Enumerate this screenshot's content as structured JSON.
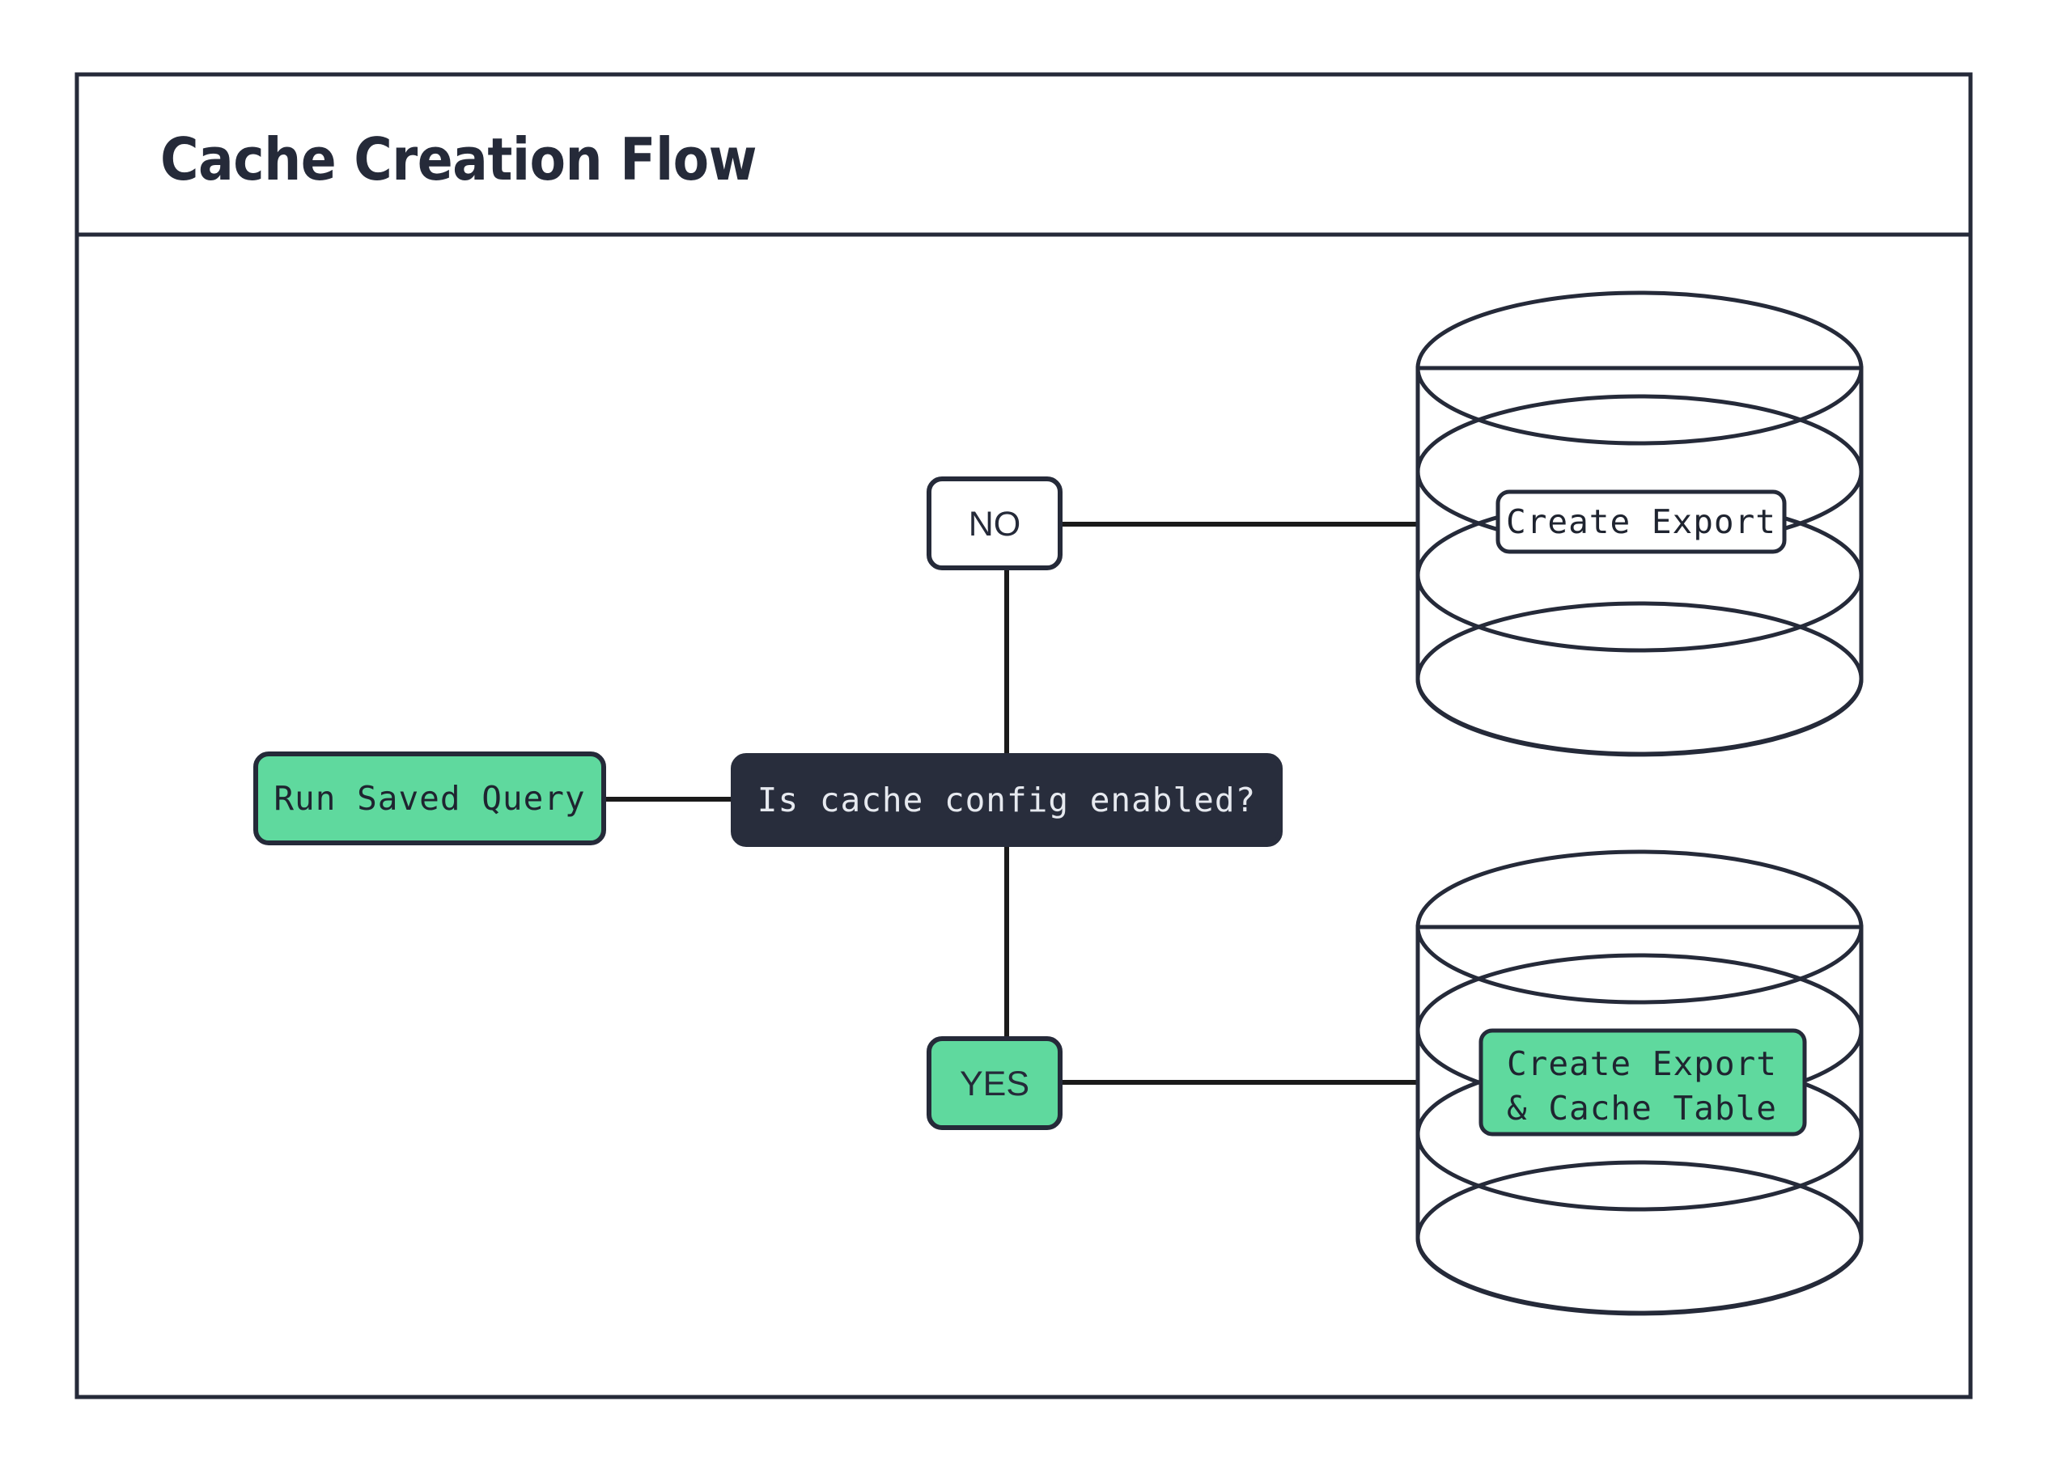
{
  "diagram": {
    "title": "Cache Creation Flow",
    "type": "flowchart",
    "theme": {
      "background": "#ffffff",
      "frame_border": "#252A39",
      "accent_green": "#5FD99E",
      "dark_navy": "#282D3C",
      "text_dark": "#1F2430",
      "text_light": "#E6E9EF",
      "edge": "#1A1A1A"
    },
    "nodes": [
      {
        "id": "run-saved-query",
        "label": "Run Saved Query",
        "shape": "rounded-rect",
        "fill": "green",
        "font": "mono"
      },
      {
        "id": "is-cache-config-enabled",
        "label": "Is cache config enabled?",
        "shape": "rounded-rect",
        "fill": "dark",
        "font": "mono"
      },
      {
        "id": "branch-no",
        "label": "NO",
        "shape": "rounded-rect",
        "fill": "white",
        "font": "sans"
      },
      {
        "id": "branch-yes",
        "label": "YES",
        "shape": "rounded-rect",
        "fill": "green",
        "font": "sans"
      },
      {
        "id": "create-export",
        "label": "Create Export",
        "shape": "database-cylinder",
        "fill": "white",
        "font": "mono"
      },
      {
        "id": "create-export-and-cache-table",
        "label_line_1": "Create Export",
        "label_line_2": "& Cache Table",
        "shape": "database-cylinder",
        "fill": "green",
        "font": "mono"
      }
    ],
    "edges": [
      {
        "from": "run-saved-query",
        "to": "is-cache-config-enabled",
        "label": ""
      },
      {
        "from": "is-cache-config-enabled",
        "to": "branch-no",
        "label": ""
      },
      {
        "from": "is-cache-config-enabled",
        "to": "branch-yes",
        "label": ""
      },
      {
        "from": "branch-no",
        "to": "create-export",
        "label": ""
      },
      {
        "from": "branch-yes",
        "to": "create-export-and-cache-table",
        "label": ""
      }
    ]
  }
}
